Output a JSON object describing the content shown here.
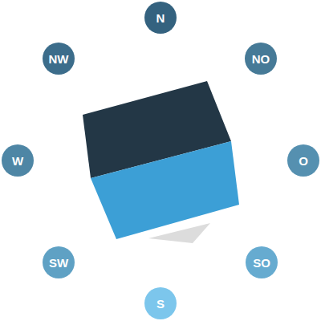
{
  "diagram": {
    "nodes": [
      {
        "text": [
          "N"
        ]
      },
      {
        "text": [
          "NW"
        ]
      },
      {
        "text": [
          "NO"
        ]
      },
      {
        "text": [
          "W"
        ]
      },
      {
        "text": [
          "O"
        ]
      },
      {
        "text": [
          "SW"
        ]
      },
      {
        "text": [
          "SO"
        ]
      },
      {
        "text": [
          "S"
        ]
      }
    ]
  }
}
